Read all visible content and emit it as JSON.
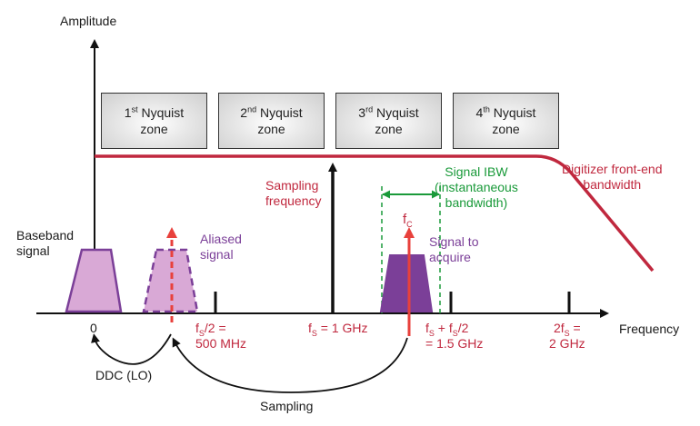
{
  "axes": {
    "y_label": "Amplitude",
    "x_label": "Frequency"
  },
  "zones": [
    {
      "ordinal": "1",
      "suffix": "st",
      "name": "Nyquist",
      "word": "zone"
    },
    {
      "ordinal": "2",
      "suffix": "nd",
      "name": "Nyquist",
      "word": "zone"
    },
    {
      "ordinal": "3",
      "suffix": "rd",
      "name": "Nyquist",
      "word": "zone"
    },
    {
      "ordinal": "4",
      "suffix": "th",
      "name": "Nyquist",
      "word": "zone"
    }
  ],
  "labels": {
    "baseband_1": "Baseband",
    "baseband_2": "signal",
    "aliased_1": "Aliased",
    "aliased_2": "signal",
    "sampling_freq_1": "Sampling",
    "sampling_freq_2": "frequency",
    "ibw_1": "Signal IBW",
    "ibw_2": "(instantaneous",
    "ibw_3": "bandwidth)",
    "fc_main": "f",
    "fc_sub": "C",
    "to_acquire_1": "Signal to",
    "to_acquire_2": "acquire",
    "frontend_1": "Digitizer front-end",
    "frontend_2": "bandwidth",
    "ddc": "DDC (LO)",
    "sampling": "Sampling"
  },
  "ticks": {
    "zero": "0",
    "half_fs_f": "f",
    "half_fs_sub": "S",
    "half_fs_rest": "/2 =",
    "half_fs_val": "500 MHz",
    "fs_f": "f",
    "fs_sub": "S",
    "fs_rest": " = 1 GHz",
    "onehalf_f": "f",
    "onehalf_sub": "S",
    "onehalf_mid": " + f",
    "onehalf_sub2": "S",
    "onehalf_rest": "/2",
    "onehalf_val": "= 1.5 GHz",
    "twofs_f": "2f",
    "twofs_sub": "S",
    "twofs_rest": " =",
    "twofs_val": "2 GHz"
  },
  "colors": {
    "red": "#c0283e",
    "purple": "#7b3f98",
    "light_purple": "#d9a9d6",
    "green": "#1a9a3a",
    "arrow_red": "#e8413c",
    "black": "#111111"
  }
}
